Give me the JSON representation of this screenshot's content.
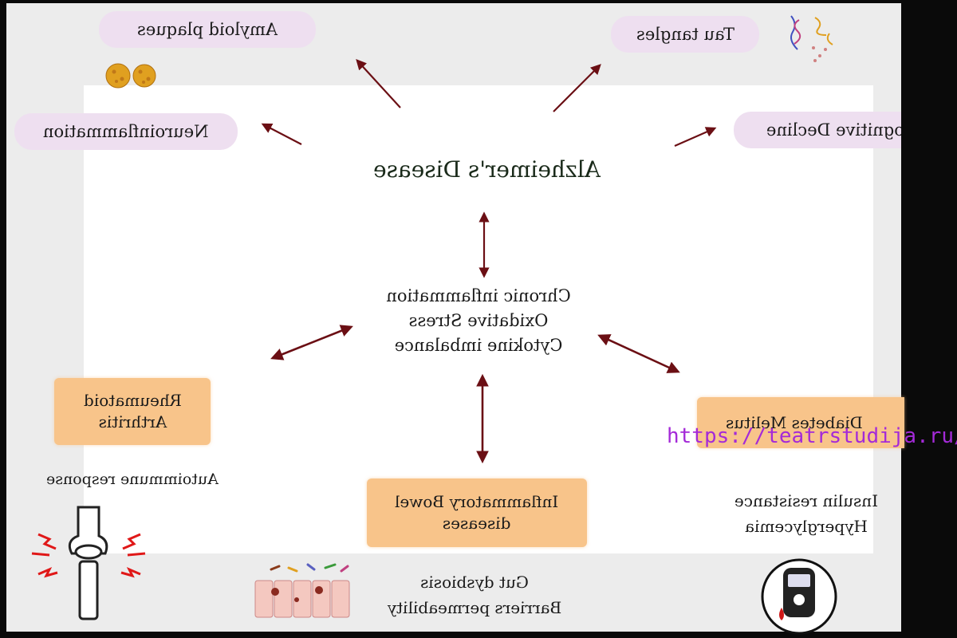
{
  "diagram": {
    "center_title": "Alzheimer's Disease",
    "center_lines": [
      "Chronic inflammation",
      "Oxidative Stress",
      "Cytokine imbalance"
    ],
    "top_nodes": {
      "amyloid": "Amyloid plaques",
      "tau": "Tau tangles",
      "neuroinflammation": "Neuroinflammation",
      "cognitive": "Cognitive Decline"
    },
    "diseases": {
      "ra": {
        "line1": "Rheumatoid",
        "line2": "Arthritis",
        "note": "Autoimmune response"
      },
      "ibd": {
        "line1": "Inflammatory Bowel",
        "line2": "diseases",
        "note1": "Gut dysbiosis",
        "note2": "Barriers permeability"
      },
      "diabetes": {
        "line1": "Diabetes Melitus",
        "note1": "Insulin resistance",
        "note2": "Hyperglycemia"
      }
    },
    "watermark": "https://teatrstudija.ru/",
    "colors": {
      "arrow": "#6b0f14",
      "pill": "#eedff0",
      "box": "#f8c48a",
      "url": "#a42ad8"
    }
  }
}
